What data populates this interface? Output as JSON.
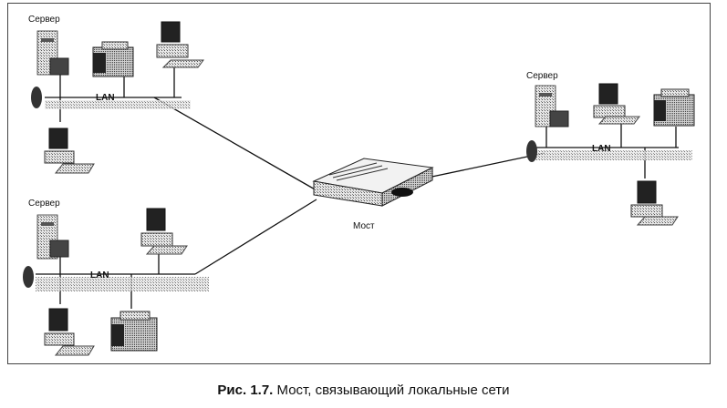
{
  "diagram": {
    "labels": {
      "server": "Сервер",
      "lan": "LAN",
      "bridge": "Мост"
    }
  },
  "caption": {
    "number": "Рис. 1.7.",
    "text": " Мост, связывающий локальные сети"
  }
}
